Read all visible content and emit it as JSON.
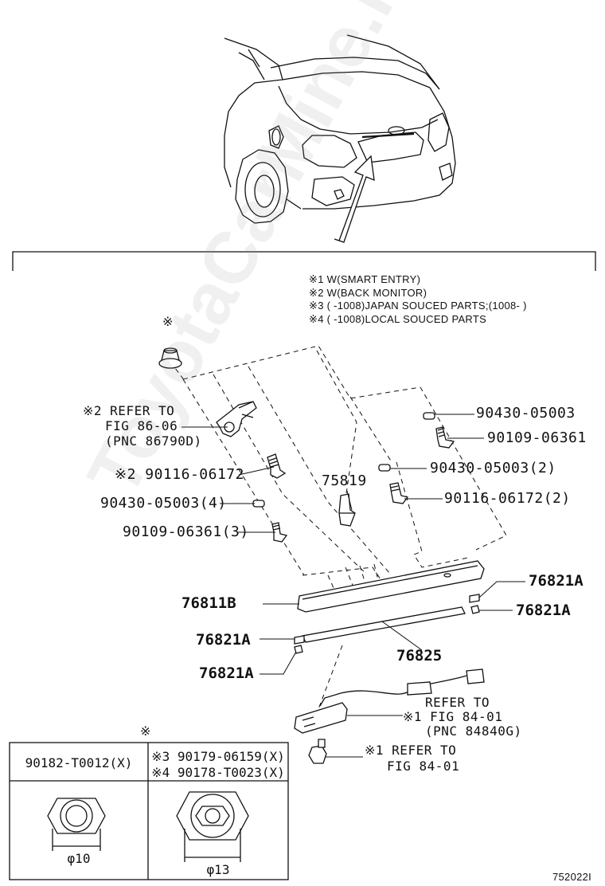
{
  "notes": [
    "※1 W(SMART ENTRY)",
    "※2 W(BACK MONITOR)",
    "※3 (     -1008)JAPAN SOUCED PARTS;(1008-     )",
    "※4 (     -1008)LOCAL SOUCED PARTS"
  ],
  "mark": "※",
  "refer_camera": [
    "※2 REFER TO",
    "FIG 86-06",
    "(PNC 86790D)"
  ],
  "parts": {
    "p1": "90430-05003",
    "p2": "90109-06361",
    "p3": "90430-05003(2)",
    "p4": "90116-06172(2)",
    "p5": "※2 90116-06172",
    "p6": "75819",
    "p7": "90430-05003(4)",
    "p8": "90109-06361(3)",
    "p9": "76821A",
    "p10": "76811B",
    "p11": "76821A",
    "p12": "76821A",
    "p13": "76825",
    "p14": "76821A"
  },
  "refer_light": [
    "REFER TO",
    "※1 FIG 84-01",
    "(PNC 84840G)"
  ],
  "refer_switch": [
    "※1 REFER TO",
    "FIG 84-01"
  ],
  "table": {
    "mark": "※",
    "col1_head": "90182-T0012(X)",
    "col2_head": [
      "※3 90179-06159(X)",
      "※4 90178-T0023(X)"
    ],
    "col1_dim": "φ10",
    "col2_dim": "φ13"
  },
  "watermark": "ToyotaCarMine.ru",
  "figure_code": "752022I"
}
